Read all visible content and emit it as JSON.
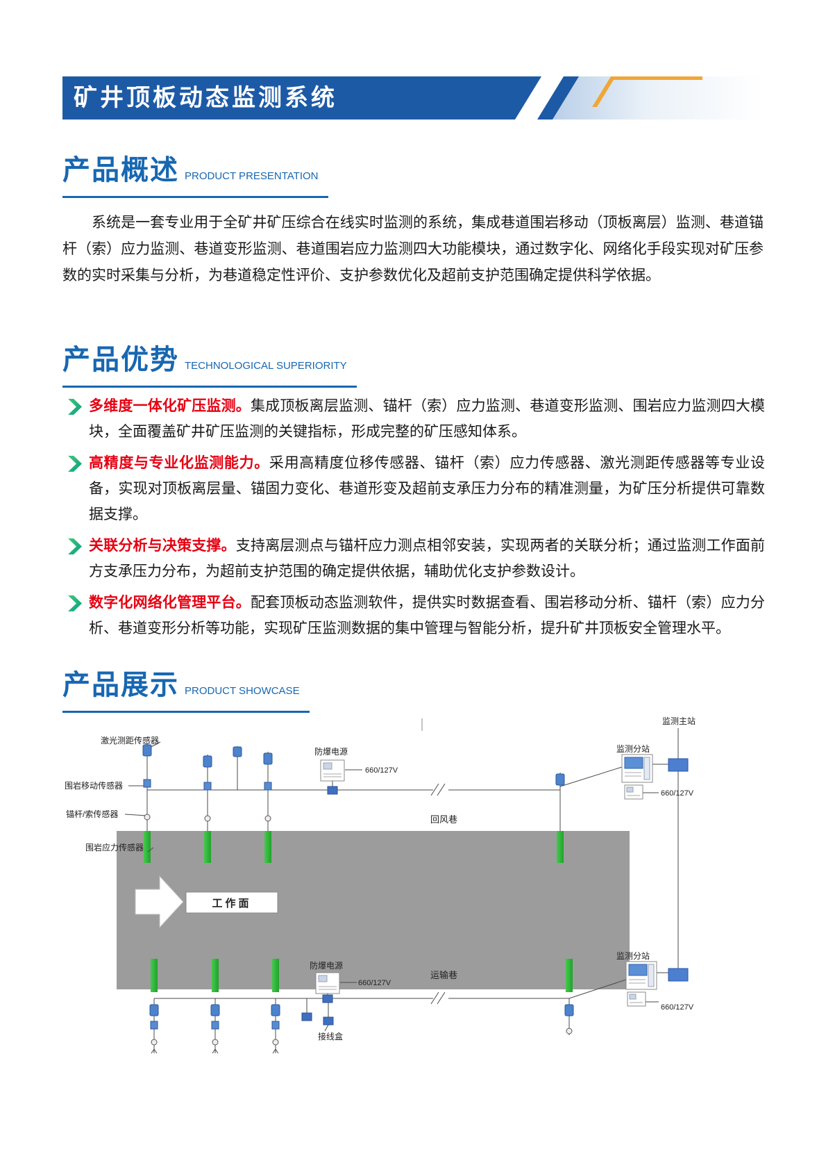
{
  "header": {
    "title": "矿井顶板动态监测系统"
  },
  "overview": {
    "title_zh": "产品概述",
    "title_en": "PRODUCT PRESENTATION",
    "paragraph": "系统是一套专业用于全矿井矿压综合在线实时监测的系统，集成巷道围岩移动（顶板离层）监测、巷道锚杆（索）应力监测、巷道变形监测、巷道围岩应力监测四大功能模块，通过数字化、网络化手段实现对矿压参数的实时采集与分析，为巷道稳定性评价、支护参数优化及超前支护范围确定提供科学依据。"
  },
  "advantages": {
    "title_zh": "产品优势",
    "title_en": "TECHNOLOGICAL SUPERIORITY",
    "items": [
      {
        "lead": "多维度一体化矿压监测。",
        "body": "集成顶板离层监测、锚杆（索）应力监测、巷道变形监测、围岩应力监测四大模块，全面覆盖矿井矿压监测的关键指标，形成完整的矿压感知体系。"
      },
      {
        "lead": "高精度与专业化监测能力。",
        "body": "采用高精度位移传感器、锚杆（索）应力传感器、激光测距传感器等专业设备，实现对顶板离层量、锚固力变化、巷道形变及超前支承压力分布的精准测量，为矿压分析提供可靠数据支撑。"
      },
      {
        "lead": "关联分析与决策支撑。",
        "body": "支持离层测点与锚杆应力测点相邻安装，实现两者的关联分析；通过监测工作面前方支承压力分布，为超前支护范围的确定提供依据，辅助优化支护参数设计。"
      },
      {
        "lead": "数字化网络化管理平台。",
        "body": "配套顶板动态监测软件，提供实时数据查看、围岩移动分析、锚杆（索）应力分析、巷道变形分析等功能，实现矿压监测数据的集中管理与智能分析，提升矿井顶板安全管理水平。"
      }
    ]
  },
  "showcase": {
    "title_zh": "产品展示",
    "title_en": "PRODUCT SHOWCASE"
  },
  "diagram": {
    "labels": {
      "laser_sensor": "激光测距传感器",
      "rock_move_sensor": "围岩移动传感器",
      "bolt_cable_sensor": "锚杆/索传感器",
      "rock_stress_sensor": "围岩应力传感器",
      "ex_power_top": "防爆电源",
      "voltage_top": "660/127V",
      "return_airway": "回风巷",
      "main_station": "监测主站",
      "substation_top": "监测分站",
      "substation_top_voltage": "660/127V",
      "working_face": "工作面",
      "ex_power_bottom": "防爆电源",
      "voltage_bottom": "660/127V",
      "transport_roadway": "运输巷",
      "substation_bottom": "监测分站",
      "substation_bottom_voltage": "660/127V",
      "junction_box": "接线盒"
    },
    "colors": {
      "green_bar": "#2fb43c",
      "mined_area_gray": "#9c9c9c"
    }
  },
  "colors": {
    "banner_blue": "#1c5aa6",
    "heading_blue": "#1767b1",
    "accent_orange": "#f0a637",
    "lead_red": "#e60012",
    "chevron_green": "#2eb872"
  }
}
